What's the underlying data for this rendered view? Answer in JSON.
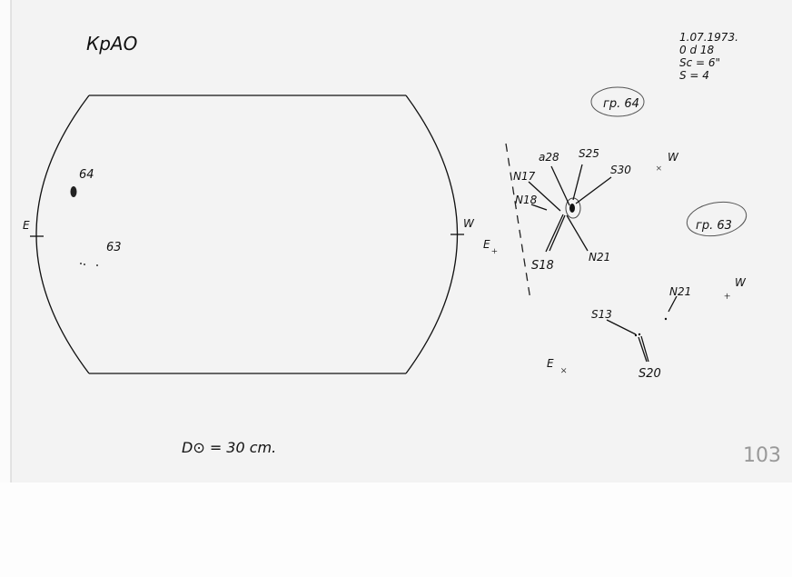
{
  "sheet": {
    "title": "КрАО",
    "date": "1.07.1973.",
    "time": "0 d 18",
    "seeing": "Sc = 6\"",
    "s_value": "S = 4",
    "diameter": "D⊙ = 30 cm.",
    "page_number": "103"
  },
  "disk": {
    "east": "E",
    "west": "W",
    "groups": [
      {
        "label": "64"
      },
      {
        "label": "63"
      }
    ]
  },
  "group64": {
    "tag": "гр. 64",
    "east": "E",
    "west": "W",
    "labels": [
      "N17",
      "N18",
      "a28",
      "S25",
      "S30",
      "S18",
      "N21"
    ]
  },
  "group63": {
    "tag": "гр. 63",
    "east": "E",
    "west": "W",
    "labels": [
      "S13",
      "S20",
      "N21"
    ]
  }
}
